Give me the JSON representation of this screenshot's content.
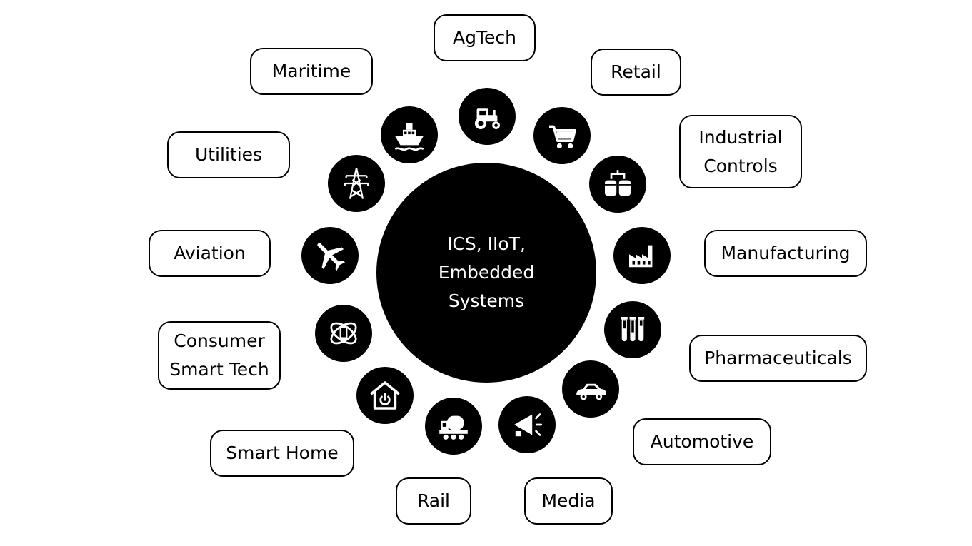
{
  "hub": {
    "title": "ICS, IIoT,\nEmbedded\nSystems"
  },
  "sectors": [
    {
      "label": "AgTech",
      "icon": "tractor-icon"
    },
    {
      "label": "Retail",
      "icon": "shopping-cart-icon"
    },
    {
      "label": "Industrial\nControls",
      "icon": "storage-tanks-icon"
    },
    {
      "label": "Manufacturing",
      "icon": "factory-icon"
    },
    {
      "label": "Pharmaceuticals",
      "icon": "test-tubes-icon"
    },
    {
      "label": "Automotive",
      "icon": "car-icon"
    },
    {
      "label": "Media",
      "icon": "megaphone-icon"
    },
    {
      "label": "Rail",
      "icon": "train-icon"
    },
    {
      "label": "Smart Home",
      "icon": "smart-home-icon"
    },
    {
      "label": "Consumer\nSmart Tech",
      "icon": "smart-device-icon"
    },
    {
      "label": "Aviation",
      "icon": "airplane-icon"
    },
    {
      "label": "Utilities",
      "icon": "power-tower-icon"
    },
    {
      "label": "Maritime",
      "icon": "ship-icon"
    }
  ],
  "colors": {
    "fill": "#000000",
    "icon_foreground": "#ffffff",
    "background": "#ffffff"
  }
}
